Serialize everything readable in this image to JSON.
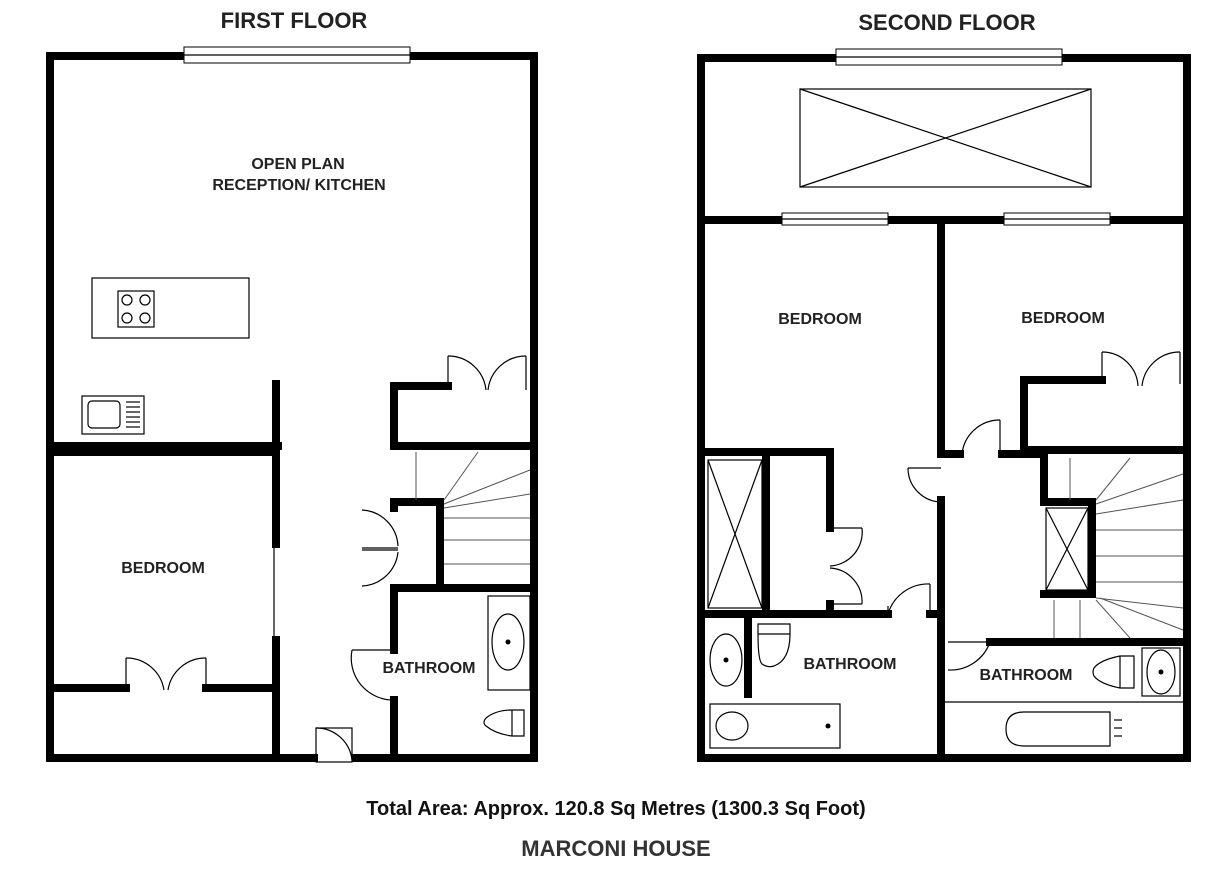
{
  "floors": {
    "first": {
      "title": "FIRST FLOOR",
      "rooms": {
        "reception_line1": "OPEN PLAN",
        "reception_line2": "RECEPTION/ KITCHEN",
        "bedroom": "BEDROOM",
        "bathroom": "BATHROOM"
      }
    },
    "second": {
      "title": "SECOND FLOOR",
      "rooms": {
        "bedroom_left": "BEDROOM",
        "bedroom_right": "BEDROOM",
        "bathroom_left": "BATHROOM",
        "bathroom_right": "BATHROOM"
      }
    }
  },
  "footer": {
    "total_area": "Total Area: Approx.  120.8 Sq Metres (1300.3 Sq Foot)",
    "property_name": "MARCONI HOUSE"
  }
}
